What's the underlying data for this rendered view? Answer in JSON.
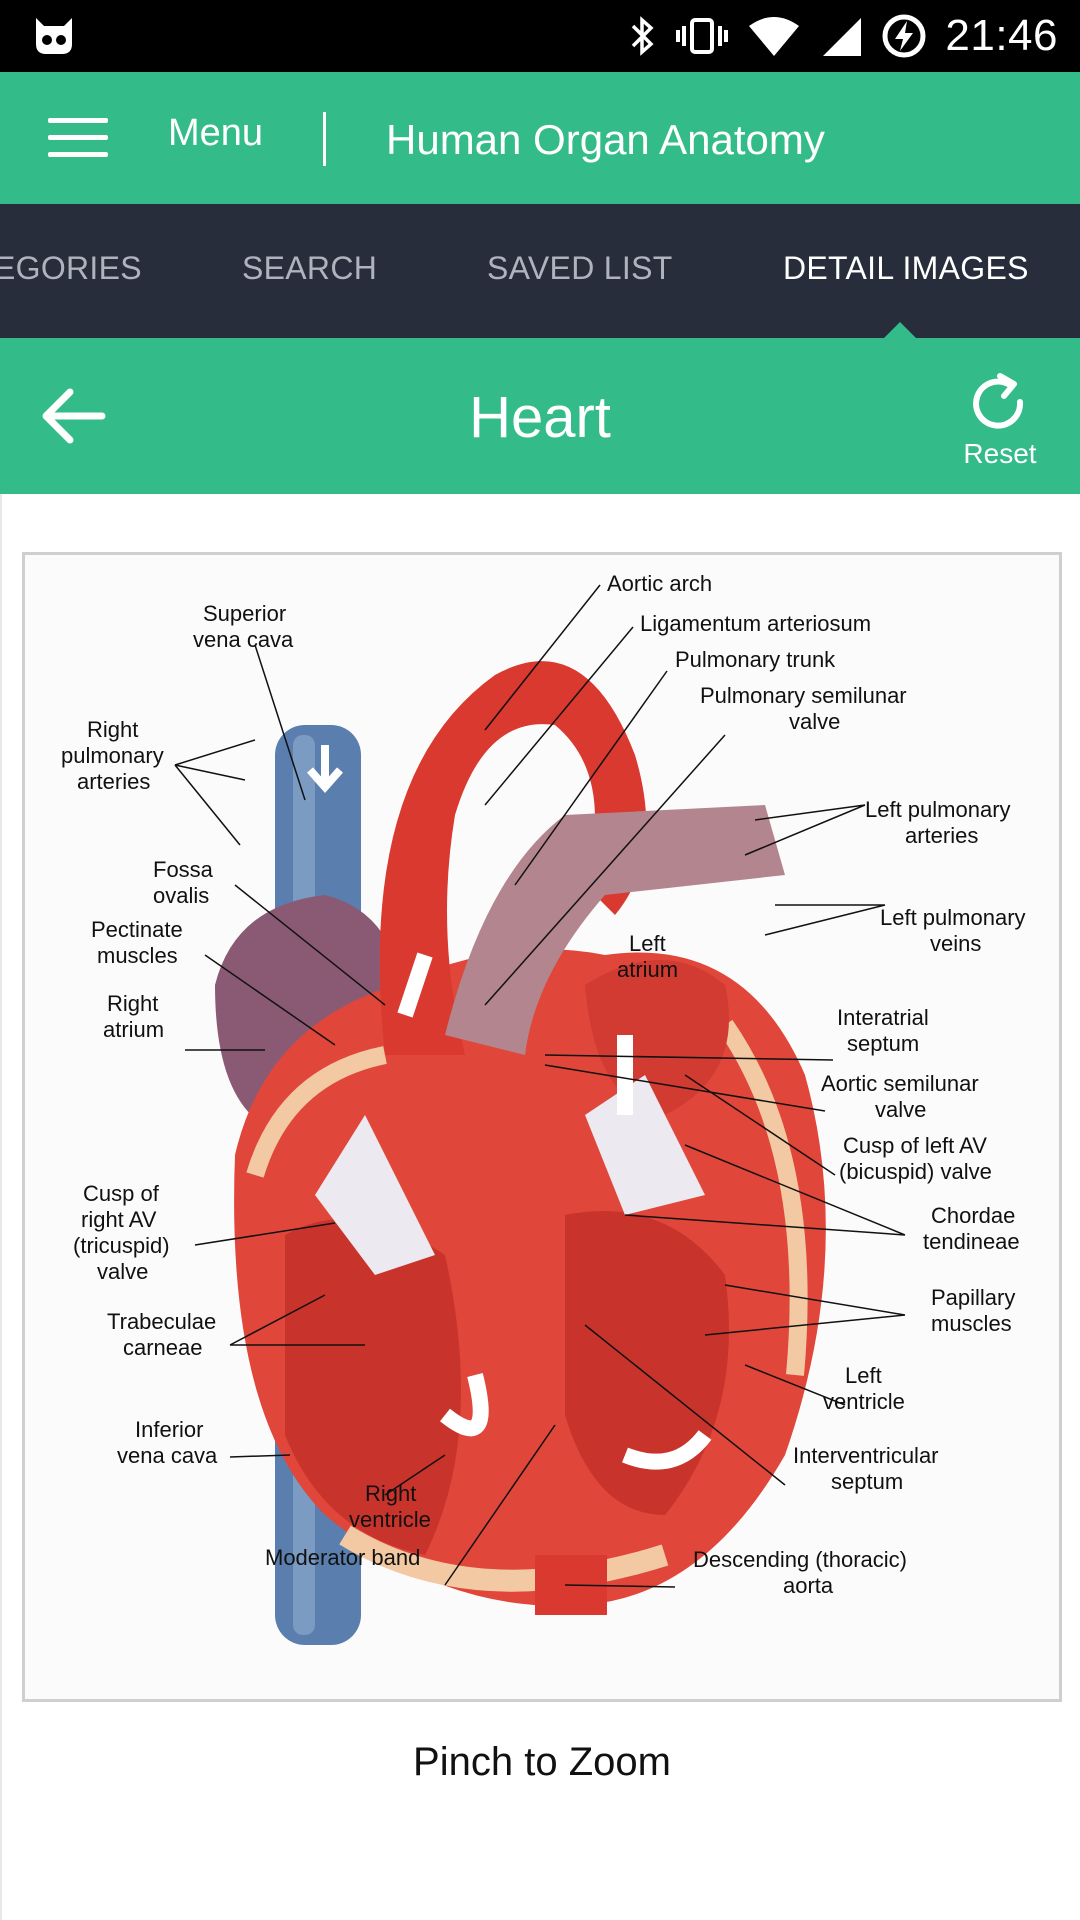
{
  "status_bar": {
    "time": "21:46"
  },
  "app_bar": {
    "menu_label": "Menu",
    "title": "Human Organ Anatomy"
  },
  "tabs": [
    {
      "label": "EGORIES",
      "active": false
    },
    {
      "label": "SEARCH",
      "active": false
    },
    {
      "label": "SAVED LIST",
      "active": false
    },
    {
      "label": "DETAIL IMAGES",
      "active": true
    }
  ],
  "detail": {
    "title": "Heart",
    "reset_label": "Reset"
  },
  "diagram": {
    "labels": {
      "aortic_arch": "Aortic arch",
      "ligamentum": "Ligamentum arteriosum",
      "pulmonary_trunk": "Pulmonary trunk",
      "pulm_semilunar_1": "Pulmonary semilunar",
      "pulm_semilunar_2": "valve",
      "sup_vena_cava_1": "Superior",
      "sup_vena_cava_2": "vena cava",
      "right_pulm_art_1": "Right",
      "right_pulm_art_2": "pulmonary",
      "right_pulm_art_3": "arteries",
      "left_pulm_art_1": "Left pulmonary",
      "left_pulm_art_2": "arteries",
      "fossa_1": "Fossa",
      "fossa_2": "ovalis",
      "left_pulm_veins_1": "Left pulmonary",
      "left_pulm_veins_2": "veins",
      "pectinate_1": "Pectinate",
      "pectinate_2": "muscles",
      "left_atrium_1": "Left",
      "left_atrium_2": "atrium",
      "right_atrium_1": "Right",
      "right_atrium_2": "atrium",
      "interatrial_1": "Interatrial",
      "interatrial_2": "septum",
      "aortic_semilunar_1": "Aortic semilunar",
      "aortic_semilunar_2": "valve",
      "cusp_left_1": "Cusp of left AV",
      "cusp_left_2": "(bicuspid) valve",
      "cusp_right_1": "Cusp of",
      "cusp_right_2": "right AV",
      "cusp_right_3": "(tricuspid)",
      "cusp_right_4": "valve",
      "chordae_1": "Chordae",
      "chordae_2": "tendineae",
      "papillary_1": "Papillary",
      "papillary_2": "muscles",
      "trabeculae_1": "Trabeculae",
      "trabeculae_2": "carneae",
      "left_ventricle_1": "Left",
      "left_ventricle_2": "ventricle",
      "inf_vena_cava_1": "Inferior",
      "inf_vena_cava_2": "vena cava",
      "interventricular_1": "Interventricular",
      "interventricular_2": "septum",
      "right_ventricle_1": "Right",
      "right_ventricle_2": "ventricle",
      "moderator": "Moderator band",
      "desc_aorta_1": "Descending (thoracic)",
      "desc_aorta_2": "aorta"
    }
  },
  "hint": "Pinch to Zoom",
  "colors": {
    "accent": "#33bb8a",
    "tabbar": "#272d3b",
    "heart_red": "#e0463a",
    "vein_blue": "#5a7fae"
  }
}
